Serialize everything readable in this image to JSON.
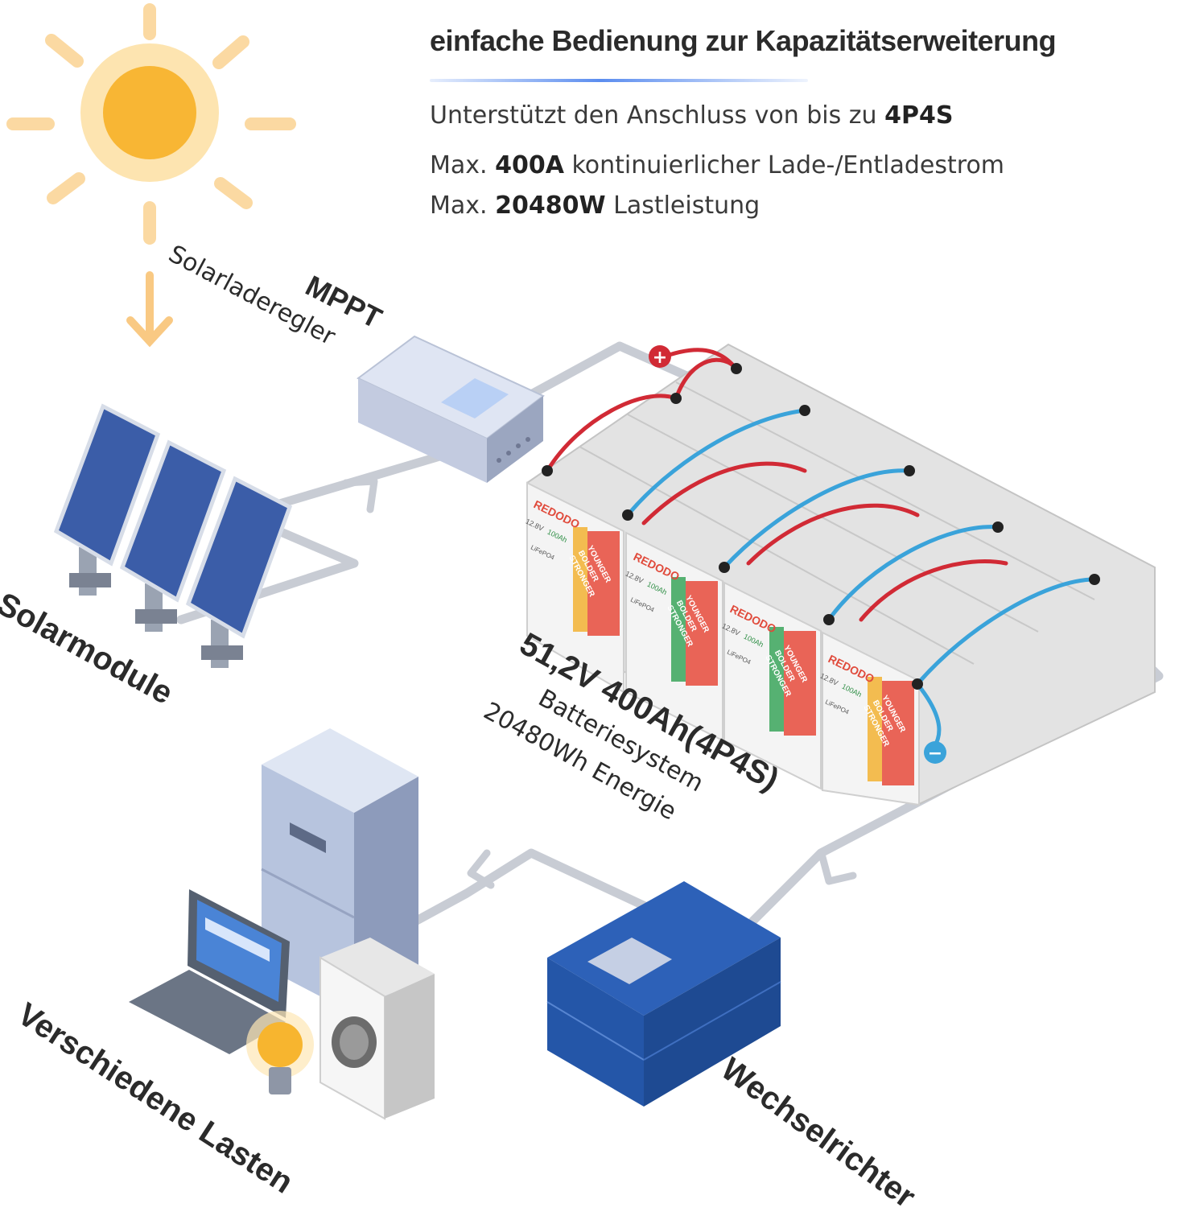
{
  "header": {
    "title": "einfache Bedienung zur Kapazitätserweiterung",
    "line1_text": "Unterstützt den Anschluss von bis zu ",
    "line1_value": "4P4S",
    "line2_prefix": "Max. ",
    "line2_value": "400A",
    "line2_text": " kontinuierlicher Lade-/Entladestrom",
    "line3_prefix": "Max. ",
    "line3_value": "20480W",
    "line3_text": " Lastleistung"
  },
  "labels": {
    "mppt": "MPPT",
    "charge_controller": "Solarladeregler",
    "solar_modules": "Solarmodule",
    "battery_title": "51,2V 400Ah(4P4S)",
    "battery_system": "Batteriesystem",
    "battery_energy": "20480Wh Energie",
    "loads": "Verschiedene Lasten",
    "inverter": "Wechselrichter"
  },
  "battery": {
    "brand": "REDODO",
    "voltage": "12.8V",
    "capacity": "100Ah",
    "chem": "LiFePO4",
    "slogan": [
      "YOUNGER",
      "BOLDER",
      "STRONGER"
    ],
    "plus": "+",
    "minus": "−"
  },
  "colors": {
    "wire": "#c8ccd4",
    "positive": "#d12a35",
    "negative": "#3aa3da",
    "connector": "#f2b233",
    "accent": "#5b8def"
  }
}
